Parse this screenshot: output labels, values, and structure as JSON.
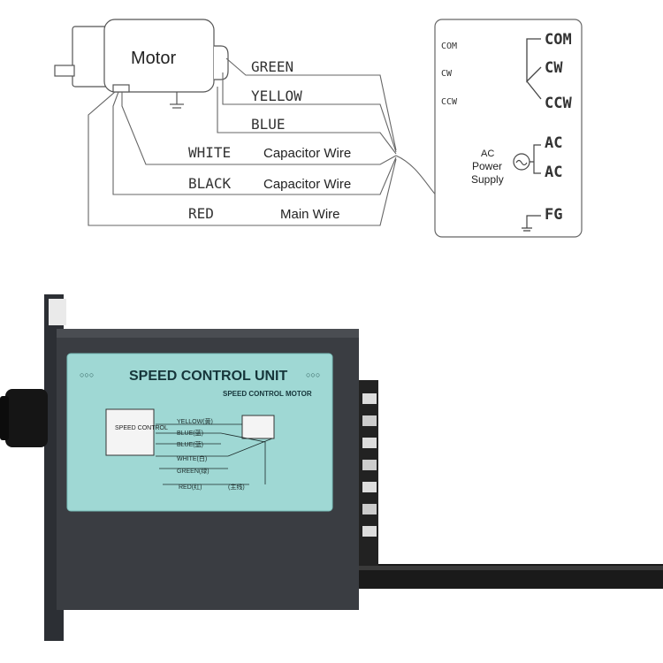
{
  "diagram": {
    "motor_label": "Motor",
    "wires": [
      {
        "color_name": "GREEN",
        "function": ""
      },
      {
        "color_name": "YELLOW",
        "function": ""
      },
      {
        "color_name": "BLUE",
        "function": ""
      },
      {
        "color_name": "WHITE",
        "function": "Capacitor Wire"
      },
      {
        "color_name": "BLACK",
        "function": "Capacitor Wire"
      },
      {
        "color_name": "RED",
        "function": "Main Wire"
      }
    ],
    "switch_box": {
      "left_labels": [
        "COM",
        "CW",
        "CCW"
      ],
      "right_labels": [
        "COM",
        "CW",
        "CCW"
      ],
      "ac_small": "AC",
      "power_line1": "Power",
      "power_line2": "Supply",
      "ac_terminals": [
        "AC",
        "AC"
      ],
      "fg": "FG"
    }
  },
  "device": {
    "label_title": "SPEED CONTROL UNIT",
    "label_subtitle": "SPEED CONTROL MOTOR",
    "control_box": "SPEED CONTROL",
    "mini_wires": [
      "YELLOW(黄)",
      "BLUE(蓝)",
      "BLUE(蓝)",
      "WHITE(白)",
      "GREEN(绿)",
      "RED(红)"
    ],
    "mini_note": "(主线)",
    "colors": {
      "housing": "#3a3d42",
      "label_bg": "#9fd8d4",
      "cable": "#1a1a1a"
    }
  }
}
